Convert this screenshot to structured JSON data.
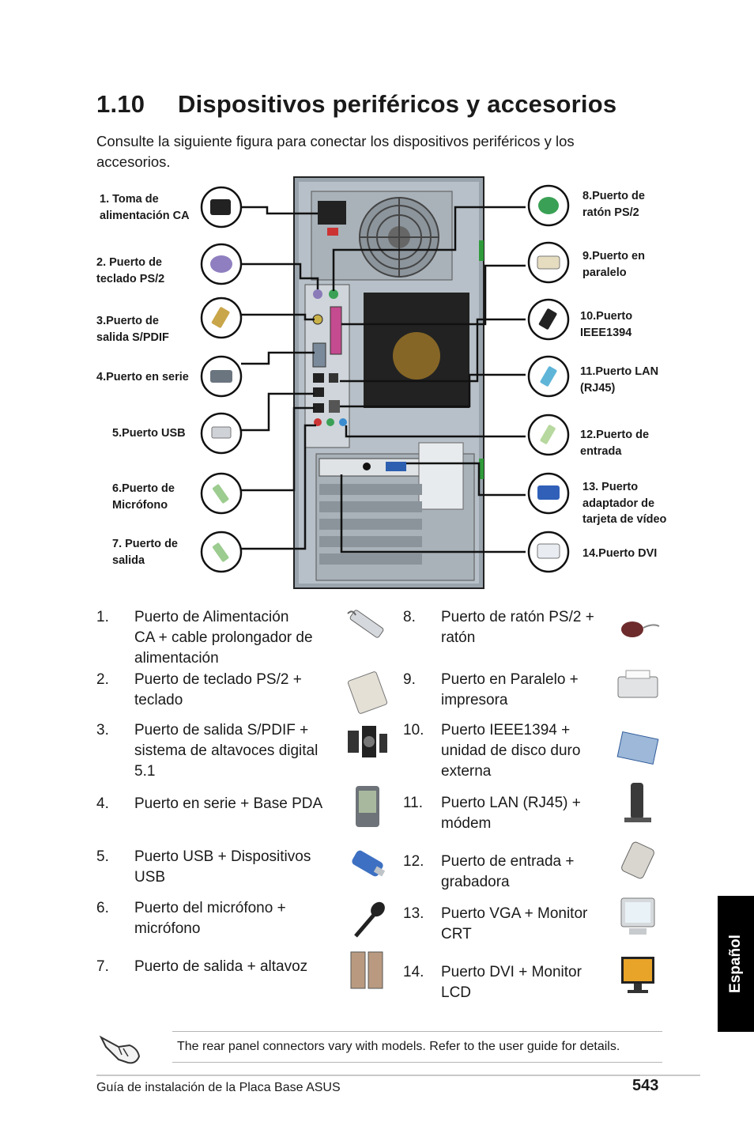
{
  "title": {
    "number": "1.10",
    "text": "Dispositivos periféricos y accesorios"
  },
  "intro": "Consulte la siguiente figura para conectar los dispositivos periféricos y los accesorios.",
  "diagram_labels": {
    "l1": "1. Toma de\nalimentación CA",
    "l2": "2. Puerto de\nteclado PS/2",
    "l3": "3.Puerto de\nsalida S/PDIF",
    "l4": "4.Puerto en serie",
    "l5": "5.Puerto USB",
    "l6": "6.Puerto de\nMicrófono",
    "l7": "7. Puerto de\nsalida",
    "r8": "8.Puerto de\nratón PS/2",
    "r9": "9.Puerto en\nparalelo",
    "r10": "10.Puerto\nIEEE1394",
    "r11": "11.Puerto LAN\n(RJ45)",
    "r12": "12.Puerto de\nentrada",
    "r13": "13. Puerto\nadaptador de\ntarjeta de vídeo",
    "r14": "14.Puerto DVI"
  },
  "list_left": [
    {
      "num": "1.",
      "text": "Puerto de Alimentación\nCA + cable prolongador de\nalimentación",
      "icon": "power-strip"
    },
    {
      "num": "2.",
      "text": "Puerto de teclado PS/2 +\nteclado",
      "icon": "keyboard"
    },
    {
      "num": "3.",
      "text": "Puerto de salida S/PDIF +\nsistema de altavoces digital\n5.1",
      "icon": "speaker-system"
    },
    {
      "num": "4.",
      "text": "Puerto en serie + Base PDA",
      "icon": "pda"
    },
    {
      "num": "5.",
      "text": "Puerto USB + Dispositivos\nUSB",
      "icon": "usb-drive"
    },
    {
      "num": "6.",
      "text": "Puerto del micrófono +\nmicrófono",
      "icon": "microphone"
    },
    {
      "num": "7.",
      "text": "Puerto de salida + altavoz",
      "icon": "speakers"
    }
  ],
  "list_right": [
    {
      "num": "8.",
      "text": "Puerto de ratón PS/2 +\nratón",
      "icon": "mouse"
    },
    {
      "num": "9.",
      "text": "Puerto en Paralelo +\nimpresora",
      "icon": "printer"
    },
    {
      "num": "10.",
      "text": "Puerto IEEE1394 +\nunidad de disco duro\nexterna",
      "icon": "external-hdd"
    },
    {
      "num": "11.",
      "text": "Puerto LAN (RJ45) +\nmódem",
      "icon": "modem"
    },
    {
      "num": "12.",
      "text": "Puerto de entrada +\ngrabadora",
      "icon": "recorder"
    },
    {
      "num": "13.",
      "text": "Puerto VGA + Monitor\nCRT",
      "icon": "crt-monitor"
    },
    {
      "num": "14.",
      "text": "Puerto DVI + Monitor\nLCD",
      "icon": "lcd-monitor"
    }
  ],
  "side_tab": "Español",
  "note": "The rear panel connectors vary with models. Refer to the user guide for details.",
  "footer": {
    "text": "Guía de instalación de la Placa Base ASUS",
    "page": "543"
  }
}
